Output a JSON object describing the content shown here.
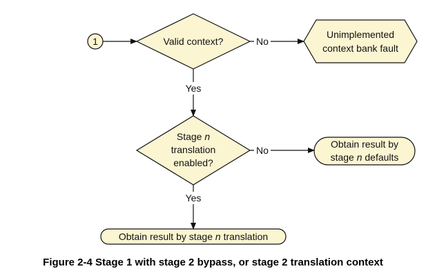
{
  "diagram": {
    "start_connector": "1",
    "decision1": {
      "label": "Valid context?",
      "no_label": "No",
      "yes_label": "Yes"
    },
    "fault_box": {
      "line1": "Unimplemented",
      "line2": "context bank fault"
    },
    "decision2": {
      "line1_prefix": "Stage ",
      "line1_var": "n",
      "line2": "translation",
      "line3": "enabled?",
      "no_label": "No",
      "yes_label": "Yes"
    },
    "defaults_box": {
      "line1": "Obtain result by",
      "line2_prefix": "stage ",
      "line2_var": "n",
      "line2_suffix": " defaults"
    },
    "translation_box": {
      "prefix": "Obtain result by stage ",
      "var": "n",
      "suffix": " translation"
    },
    "colors": {
      "fill": "#FBF5D2",
      "stroke": "#111111",
      "text": "#111111"
    }
  },
  "caption": "Figure 2-4 Stage 1 with stage 2 bypass, or stage 2 translation context"
}
